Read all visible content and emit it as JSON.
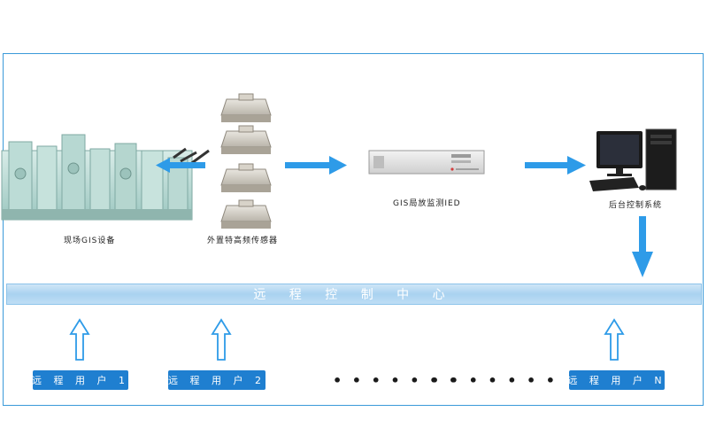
{
  "nodes": {
    "gis_equipment": "现场GIS设备",
    "sensors": "外置特高频传感器",
    "ied": "GIS局放监测IED",
    "backend": "后台控制系统"
  },
  "center_bar": "远 程 控 制 中 心",
  "users": {
    "user1": "远 程 用 户 1",
    "user2": "远 程 用 户 2",
    "userN": "远 程 用 户 N"
  },
  "ellipsis_left": "• • • • • • •",
  "ellipsis_right": "• • • • • • •",
  "colors": {
    "arrow": "#2e9be8",
    "bar": "#a9d2f0",
    "user_box": "#1f7fd0",
    "frame": "#3a9ad9"
  }
}
